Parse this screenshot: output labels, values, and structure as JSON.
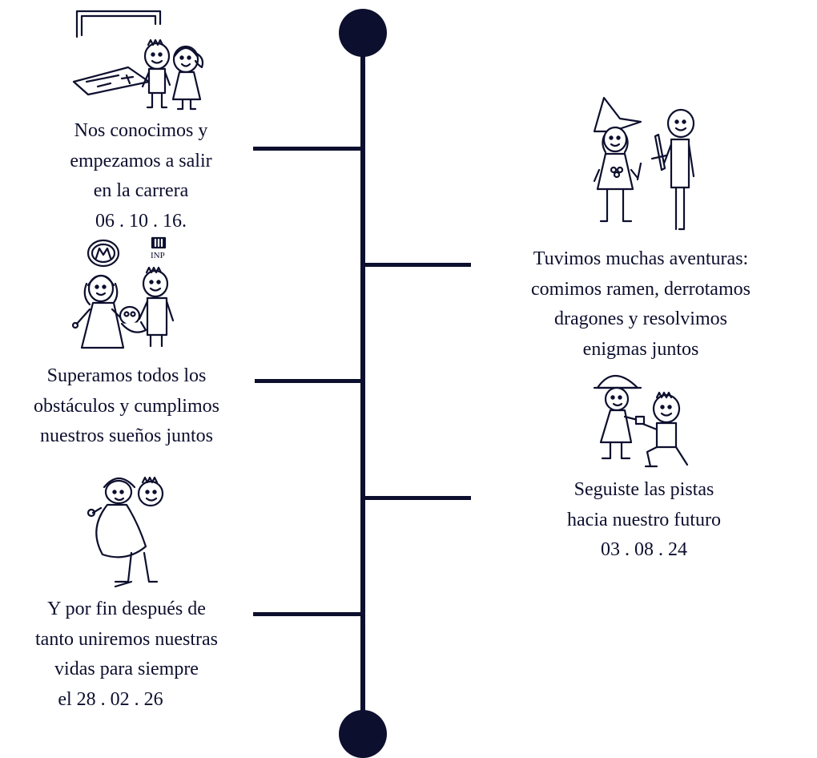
{
  "timeline": {
    "colors": {
      "ink": "#0d0f2e",
      "background": "#ffffff"
    },
    "events": [
      {
        "id": "meeting",
        "side": "left",
        "illustration": "couple-at-desk-icon",
        "lines": [
          "Nos conocimos y",
          "empezamos a salir",
          "en la carrera",
          "06 . 10 . 16."
        ]
      },
      {
        "id": "adventures",
        "side": "right",
        "illustration": "witch-and-swordsman-icon",
        "lines": [
          "Tuvimos muchas aventuras:",
          "comimos ramen, derrotamos",
          "dragones y resolvimos",
          "enigmas juntos"
        ]
      },
      {
        "id": "obstacles",
        "side": "left",
        "illustration": "doctors-with-baby-icon",
        "logo_label": "INP",
        "lines": [
          "Superamos todos los",
          "obstáculos y cumplimos",
          "nuestros sueños juntos"
        ]
      },
      {
        "id": "proposal",
        "side": "right",
        "illustration": "proposal-kneeling-icon",
        "lines": [
          "Seguiste las pistas",
          "hacia nuestro futuro",
          "03 . 08 . 24"
        ]
      },
      {
        "id": "wedding",
        "side": "left",
        "illustration": "groom-carrying-bride-icon",
        "lines": [
          "Y por fin después de",
          "tanto uniremos nuestras",
          "vidas para siempre",
          "el 28 . 02 . 26"
        ]
      }
    ]
  }
}
